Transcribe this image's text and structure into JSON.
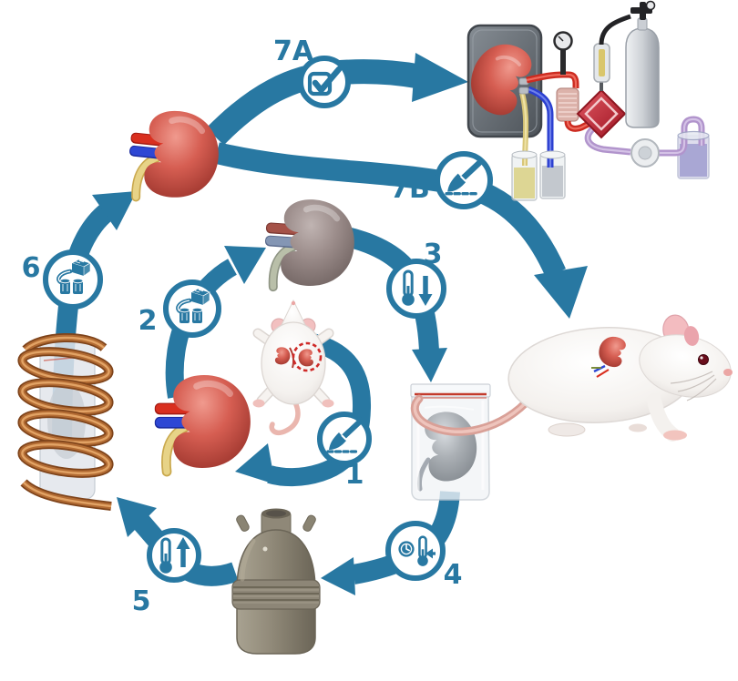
{
  "diagram": {
    "background_color": "#ffffff",
    "accent_color": "#2878a2",
    "steps": [
      {
        "label": "1",
        "icon": "scalpel-incision-icon"
      },
      {
        "label": "2",
        "icon": "perfusion-pump-icon"
      },
      {
        "label": "3",
        "icon": "thermometer-cooling-icon"
      },
      {
        "label": "4",
        "icon": "clock-thermometer-storage-icon"
      },
      {
        "label": "5",
        "icon": "thermometer-warming-icon"
      },
      {
        "label": "6",
        "icon": "perfusion-pump-icon"
      },
      {
        "label": "7A",
        "icon": "checkbox-checked-icon"
      },
      {
        "label": "7B",
        "icon": "scalpel-incision-icon"
      }
    ],
    "palette": {
      "kidney_red": "#c84b3f",
      "kidney_cpa_grey": "#9c8d8b",
      "kidney_vitrified_grey": "#a8adb2",
      "artery_red": "#d92f1f",
      "vein_blue": "#2e47d4",
      "ureter_yellow": "#e7d387",
      "copper_coil": "#b26b33",
      "dewar_taupe": "#938c7b",
      "machine_chamber_grey": "#5c636a",
      "oxygenator_red": "#c0202e",
      "tubing_purple": "#b194cc",
      "beaker_yellow": "#ddd694",
      "beaker_grey": "#c3c8ce",
      "beaker_lavender": "#a9a7d4",
      "gas_cylinder_grey": "#c6cad0",
      "rat_white": "#f4f1ee",
      "marker_dashed_red": "#cf2a28"
    }
  }
}
